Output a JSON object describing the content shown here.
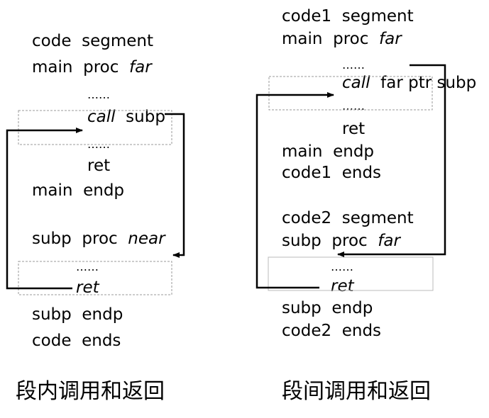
{
  "left": {
    "lines": {
      "code_segment": [
        "code",
        "segment"
      ],
      "main_proc": [
        "main",
        "proc",
        "far"
      ],
      "dots1": "……",
      "call": [
        "call",
        "subp"
      ],
      "dots2": "……",
      "ret1": "ret",
      "main_endp": [
        "main",
        "endp"
      ],
      "subp_proc": [
        "subp",
        "proc",
        "near"
      ],
      "dots3": "……",
      "ret2": "ret",
      "subp_endp": [
        "subp",
        "endp"
      ],
      "code_ends": [
        "code",
        "ends"
      ]
    },
    "caption": "段内调用和返回"
  },
  "right": {
    "lines": {
      "code1_segment": [
        "code1",
        "segment"
      ],
      "main_proc": [
        "main",
        "proc",
        "far"
      ],
      "dots1": "……",
      "call": [
        "call",
        "far ptr subp"
      ],
      "dots2": "……",
      "ret1": "ret",
      "main_endp": [
        "main",
        "endp"
      ],
      "code1_ends": [
        "code1",
        "ends"
      ],
      "code2_segment": [
        "code2",
        "segment"
      ],
      "subp_proc": [
        "subp",
        "proc",
        "far"
      ],
      "dots3": "……",
      "ret2": "ret",
      "subp_endp": [
        "subp",
        "endp"
      ],
      "code2_ends": [
        "code2",
        "ends"
      ]
    },
    "caption": "段间调用和返回"
  },
  "colors": {
    "text": "#000000",
    "box_border": "#999999",
    "arrow": "#000000"
  }
}
